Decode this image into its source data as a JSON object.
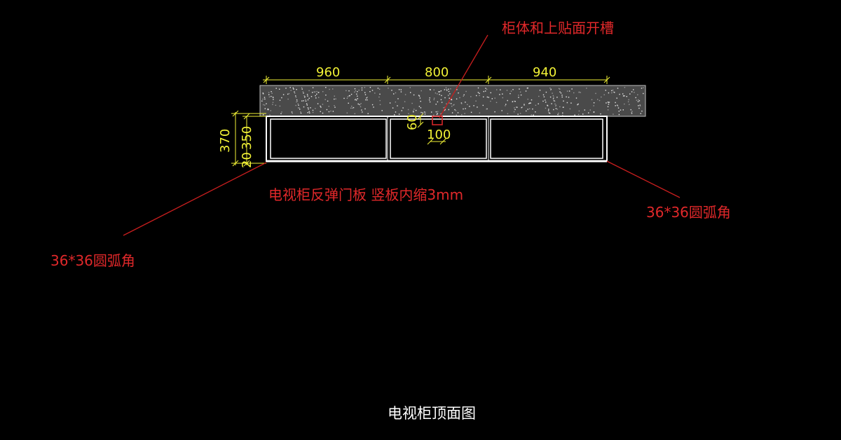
{
  "drawing": {
    "title": "电视柜顶面图",
    "annotations": {
      "slot_note": "柜体和上贴面开槽",
      "door_note": "电视柜反弹门板  竖板内缩3mm",
      "corner_left": "36*36圆弧角",
      "corner_right": "36*36圆弧角"
    },
    "dimensions": {
      "top_seg_1": "960",
      "top_seg_2": "800",
      "top_seg_3": "940",
      "depth_total": "370",
      "depth_body": "350",
      "depth_gap": "20",
      "slot_h": "60",
      "slot_w": "100"
    }
  },
  "colors": {
    "background": "#000000",
    "dimension": "#f2f236",
    "annotation": "#e0282a",
    "outline": "#ffffff",
    "top_panel": "#555555"
  }
}
